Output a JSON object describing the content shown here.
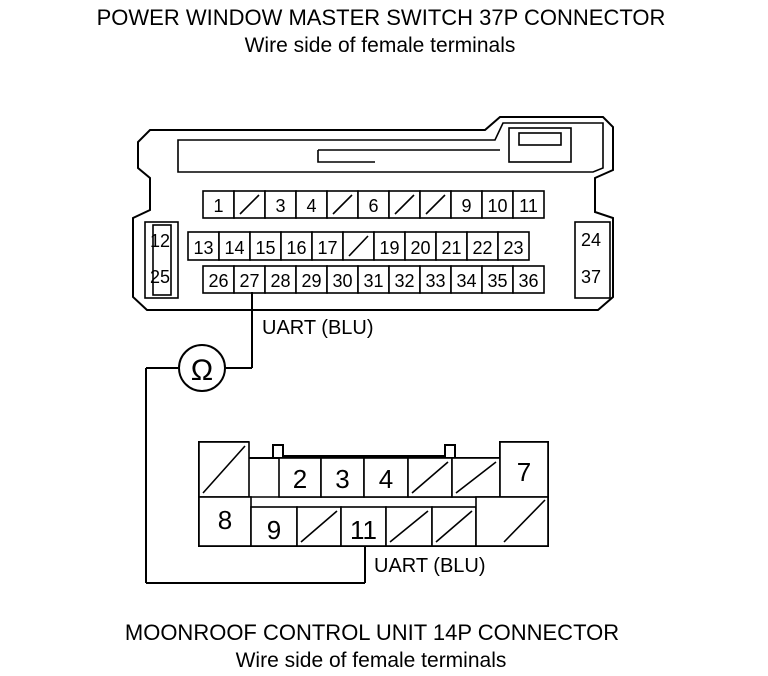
{
  "header": {
    "title": "POWER WINDOW MASTER SWITCH 37P CONNECTOR",
    "subtitle": "Wire side of female terminals"
  },
  "footer": {
    "title": "MOONROOF CONTROL UNIT 14P CONNECTOR",
    "subtitle": "Wire side of female terminals"
  },
  "connector_37p": {
    "row1": [
      "1",
      "",
      "3",
      "4",
      "",
      "6",
      "",
      "",
      "9",
      "10",
      "11"
    ],
    "left_top": "12",
    "left_bottom": "25",
    "right_top": "24",
    "right_bottom": "37",
    "row2": [
      "13",
      "14",
      "15",
      "16",
      "17",
      "",
      "19",
      "20",
      "21",
      "22",
      "23"
    ],
    "row3": [
      "26",
      "27",
      "28",
      "29",
      "30",
      "31",
      "32",
      "33",
      "34",
      "35",
      "36"
    ]
  },
  "connector_14p": {
    "top_row": [
      "",
      "2",
      "3",
      "4",
      "",
      ""
    ],
    "top_right": "7",
    "bottom_row": [
      "8",
      "9",
      "",
      "11",
      "",
      ""
    ],
    "bottom_right": ""
  },
  "labels": {
    "wire_top": "UART (BLU)",
    "wire_bottom": "UART (BLU)",
    "meter_symbol": "Ω"
  }
}
